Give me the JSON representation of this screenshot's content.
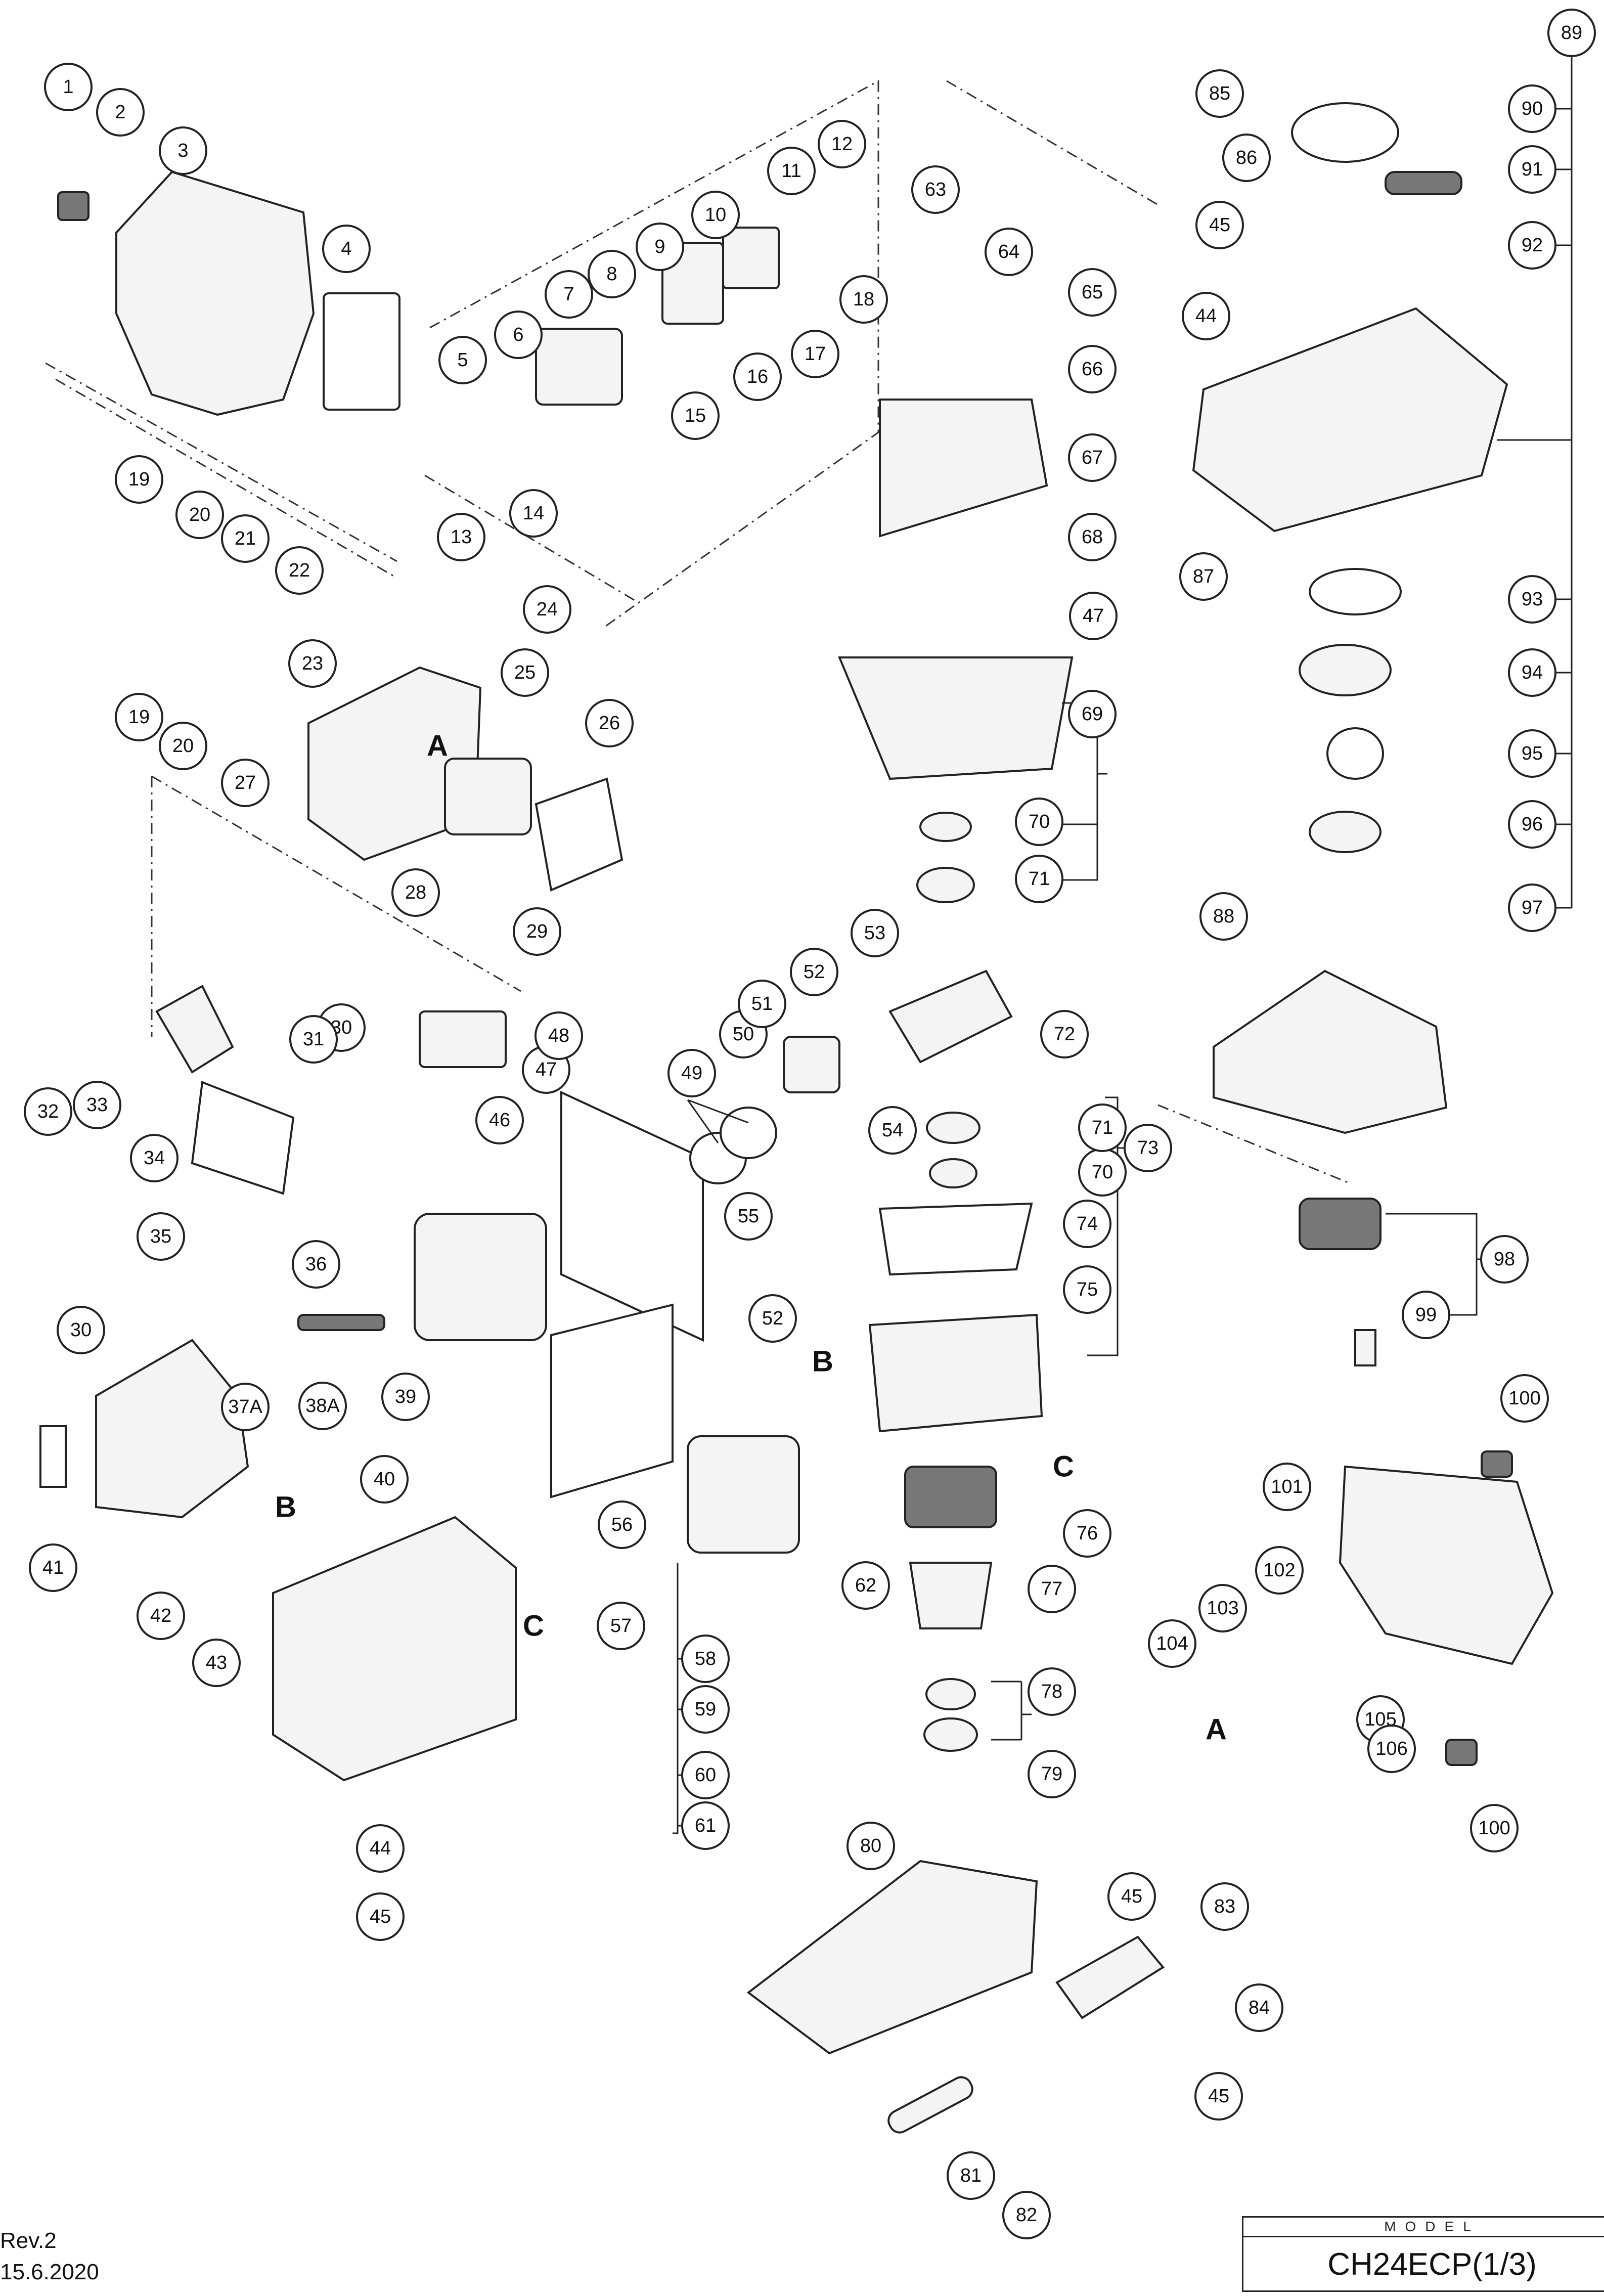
{
  "sheet": {
    "revision": "Rev.2",
    "date": "15.6.2020",
    "model_label": "MODEL",
    "model_value": "CH24ECP(1/3)"
  },
  "reference_letters": [
    "A",
    "B",
    "C"
  ],
  "callouts": [
    "1",
    "2",
    "3",
    "4",
    "5",
    "6",
    "7",
    "8",
    "9",
    "10",
    "11",
    "12",
    "13",
    "14",
    "15",
    "16",
    "17",
    "18",
    "19",
    "20",
    "21",
    "22",
    "23",
    "24",
    "25",
    "26",
    "27",
    "28",
    "29",
    "30",
    "31",
    "32",
    "33",
    "34",
    "35",
    "36",
    "37A",
    "38A",
    "39",
    "40",
    "41",
    "42",
    "43",
    "44",
    "45",
    "46",
    "47",
    "48",
    "49",
    "50",
    "51",
    "52",
    "53",
    "54",
    "55",
    "56",
    "57",
    "58",
    "59",
    "60",
    "61",
    "62",
    "63",
    "64",
    "65",
    "66",
    "67",
    "68",
    "69",
    "70",
    "71",
    "72",
    "73",
    "74",
    "75",
    "76",
    "77",
    "78",
    "79",
    "80",
    "81",
    "82",
    "83",
    "84",
    "85",
    "86",
    "87",
    "88",
    "89",
    "90",
    "91",
    "92",
    "93",
    "94",
    "95",
    "96",
    "97",
    "98",
    "99",
    "100",
    "101",
    "102",
    "103",
    "104",
    "105",
    "106"
  ]
}
